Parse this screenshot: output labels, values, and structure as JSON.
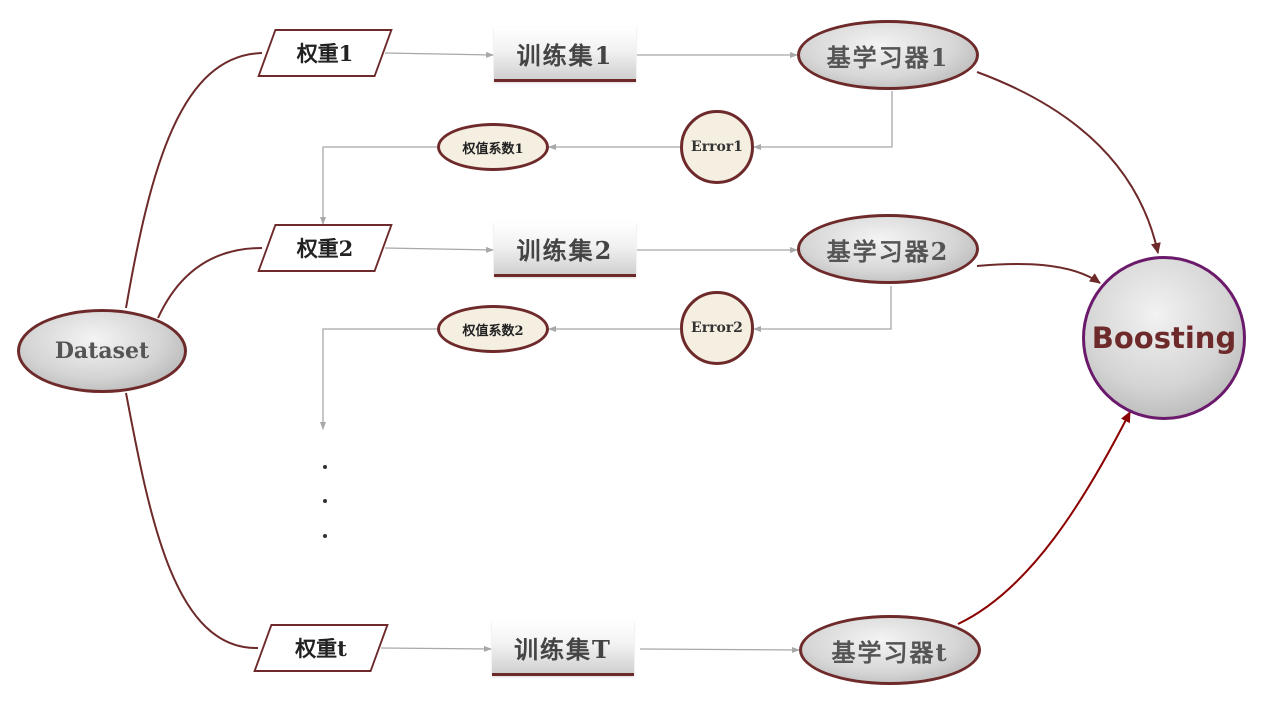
{
  "dataset": {
    "label": "Dataset"
  },
  "boosting": {
    "label": "Boosting"
  },
  "rows": [
    {
      "weight": "权重1",
      "train": "训练集1",
      "learner": "基学习器1",
      "error": "Error1",
      "coef": "权值系数1"
    },
    {
      "weight": "权重2",
      "train": "训练集2",
      "learner": "基学习器2",
      "error": "Error2",
      "coef": "权值系数2"
    },
    {
      "weight": "权重t",
      "train": "训练集T",
      "learner": "基学习器t"
    }
  ],
  "colors": {
    "node_border": "#6e2a2a",
    "boosting_border": "#6b1a6b",
    "gray_arrow": "#a8a8a8",
    "node_fill": "#f5efe2"
  }
}
